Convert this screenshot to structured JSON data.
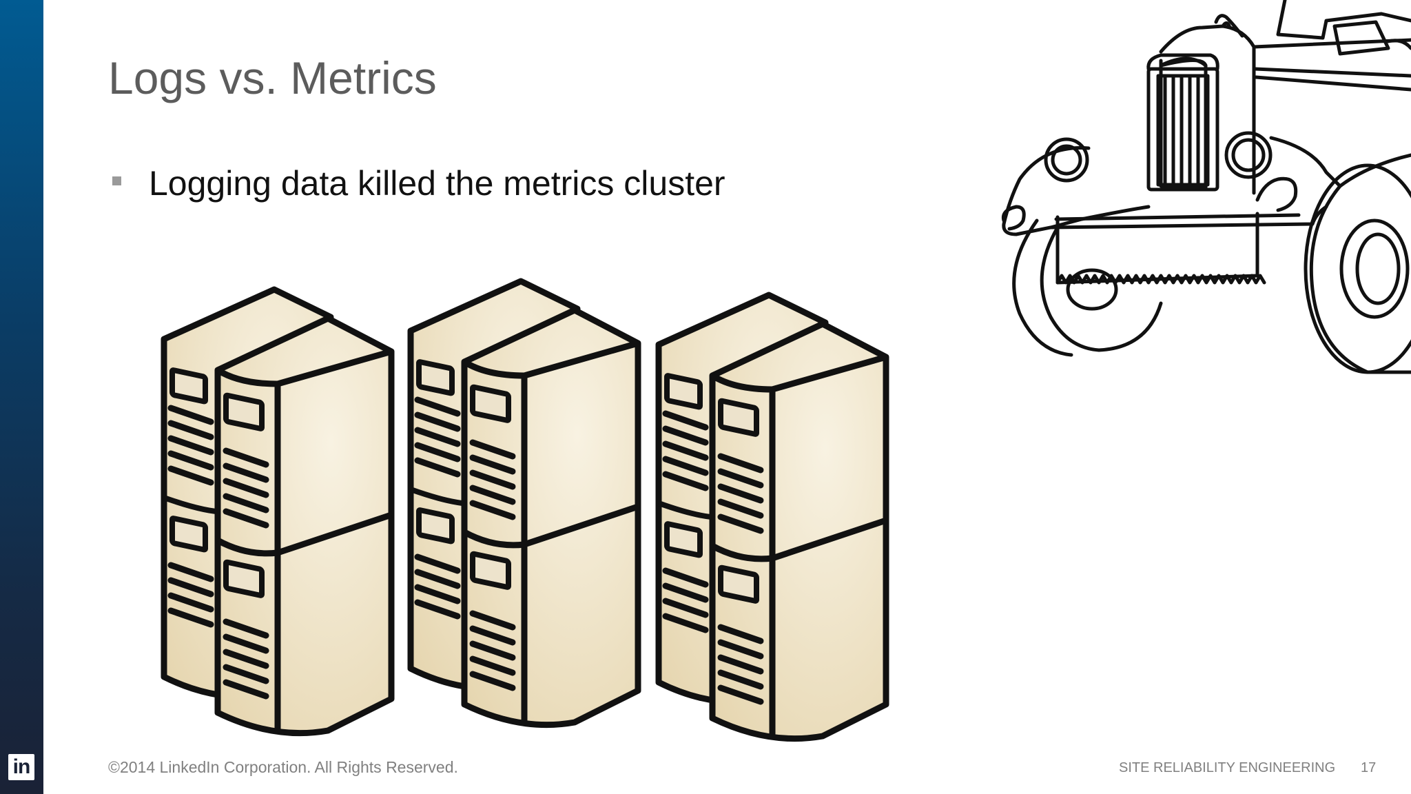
{
  "slide": {
    "title": "Logs vs. Metrics",
    "bullets": [
      {
        "text": "Logging data killed the metrics cluster"
      }
    ]
  },
  "sidebar": {
    "logo_text": "in"
  },
  "footer": {
    "copyright": "©2014 LinkedIn Corporation. All Rights Reserved.",
    "section": "SITE RELIABILITY ENGINEERING",
    "page_number": "17"
  },
  "illustrations": {
    "server_icon": "server-tower-icon",
    "server_racks": 3,
    "truck_icon": "dump-truck-icon"
  },
  "colors": {
    "sidebar_top": "#015b92",
    "sidebar_bottom": "#1a2236",
    "title": "#5c5c5c",
    "server_fill": "#ede3cc",
    "outline": "#111111"
  }
}
